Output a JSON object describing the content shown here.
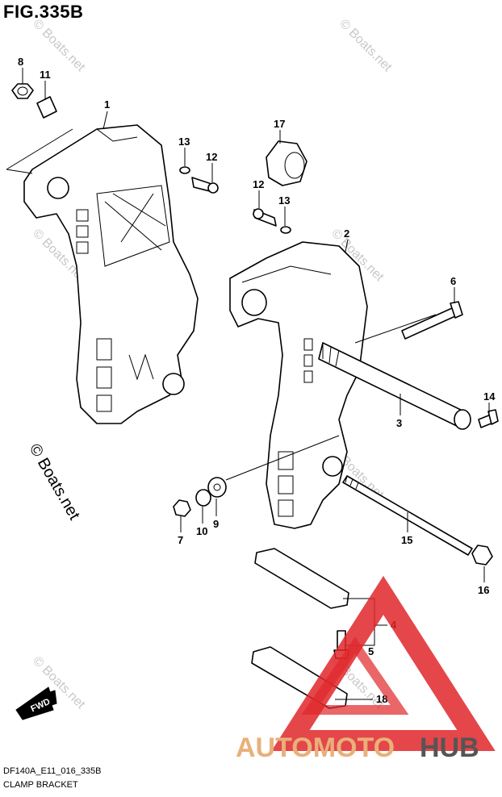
{
  "figure": {
    "title": "FIG.335B",
    "code": "DF140A_E11_016_335B",
    "name": "CLAMP BRACKET"
  },
  "watermarks": {
    "small": "© Boats.net",
    "large": "© Boats.net"
  },
  "brand": {
    "part_a": "AUTOMOTO",
    "part_b": "HUB"
  },
  "fwd_label": "FWD",
  "callouts": [
    {
      "id": "c8",
      "label": "8"
    },
    {
      "id": "c11",
      "label": "11"
    },
    {
      "id": "c1",
      "label": "1"
    },
    {
      "id": "c13a",
      "label": "13"
    },
    {
      "id": "c12a",
      "label": "12"
    },
    {
      "id": "c17",
      "label": "17"
    },
    {
      "id": "c12b",
      "label": "12"
    },
    {
      "id": "c13b",
      "label": "13"
    },
    {
      "id": "c2",
      "label": "2"
    },
    {
      "id": "c6",
      "label": "6"
    },
    {
      "id": "c3",
      "label": "3"
    },
    {
      "id": "c14",
      "label": "14"
    },
    {
      "id": "c7",
      "label": "7"
    },
    {
      "id": "c10",
      "label": "10"
    },
    {
      "id": "c9",
      "label": "9"
    },
    {
      "id": "c15",
      "label": "15"
    },
    {
      "id": "c16",
      "label": "16"
    },
    {
      "id": "c4",
      "label": "4"
    },
    {
      "id": "c5",
      "label": "5"
    },
    {
      "id": "c18",
      "label": "18"
    }
  ],
  "colors": {
    "line": "#000000",
    "watermark": "#c8c8c8",
    "logo_red": "#e0262a",
    "logo_orange": "#e8b07a",
    "logo_grey": "#555555"
  }
}
